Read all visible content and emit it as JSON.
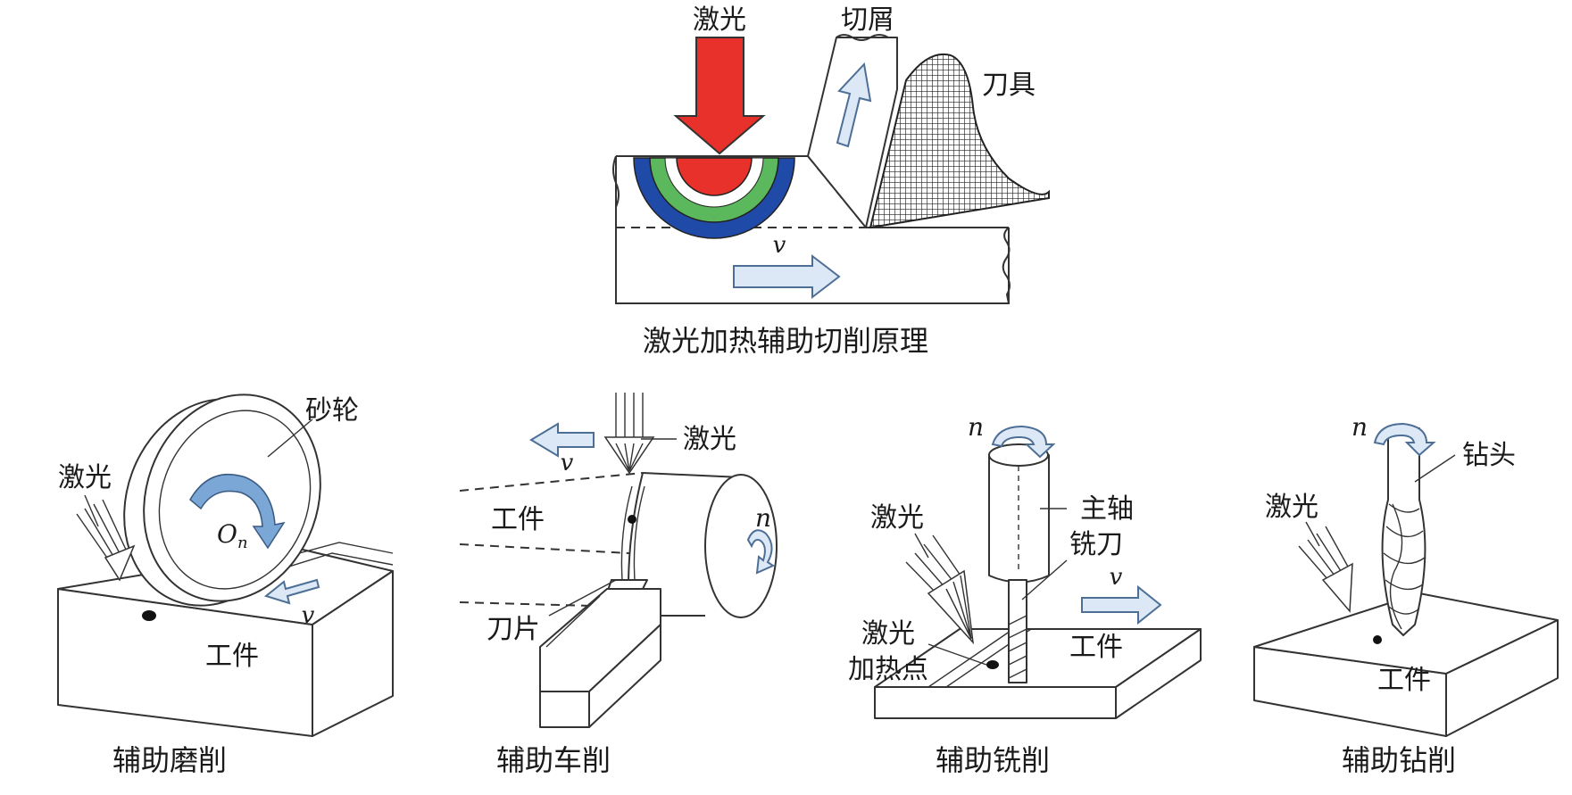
{
  "principle": {
    "laser": "激光",
    "chip": "切屑",
    "tool": "刀具",
    "velocity": "v",
    "caption": "激光加热辅助切削原理"
  },
  "grinding": {
    "wheel": "砂轮",
    "laser": "激光",
    "center": "O",
    "center_sub": "n",
    "velocity": "v",
    "workpiece": "工件",
    "caption": "辅助磨削"
  },
  "turning": {
    "laser": "激光",
    "velocity": "v",
    "workpiece": "工件",
    "rotation": "n",
    "insert": "刀片",
    "caption": "辅助车削"
  },
  "milling": {
    "rotation": "n",
    "spindle": "主轴",
    "laser": "激光",
    "cutter": "铣刀",
    "velocity": "v",
    "heat_spot_line1": "激光",
    "heat_spot_line2": "加热点",
    "workpiece": "工件",
    "caption": "辅助铣削"
  },
  "drilling": {
    "rotation": "n",
    "drill": "钻头",
    "laser": "激光",
    "workpiece": "工件",
    "caption": "辅助钻削"
  },
  "colors": {
    "laser_arrow": "#e8312a",
    "zone_red": "#e8312a",
    "zone_green": "#5cb85c",
    "zone_blue": "#1f4aa8",
    "light_arrow": "#dce8f5",
    "light_arrow_edge": "#4d6f96"
  }
}
